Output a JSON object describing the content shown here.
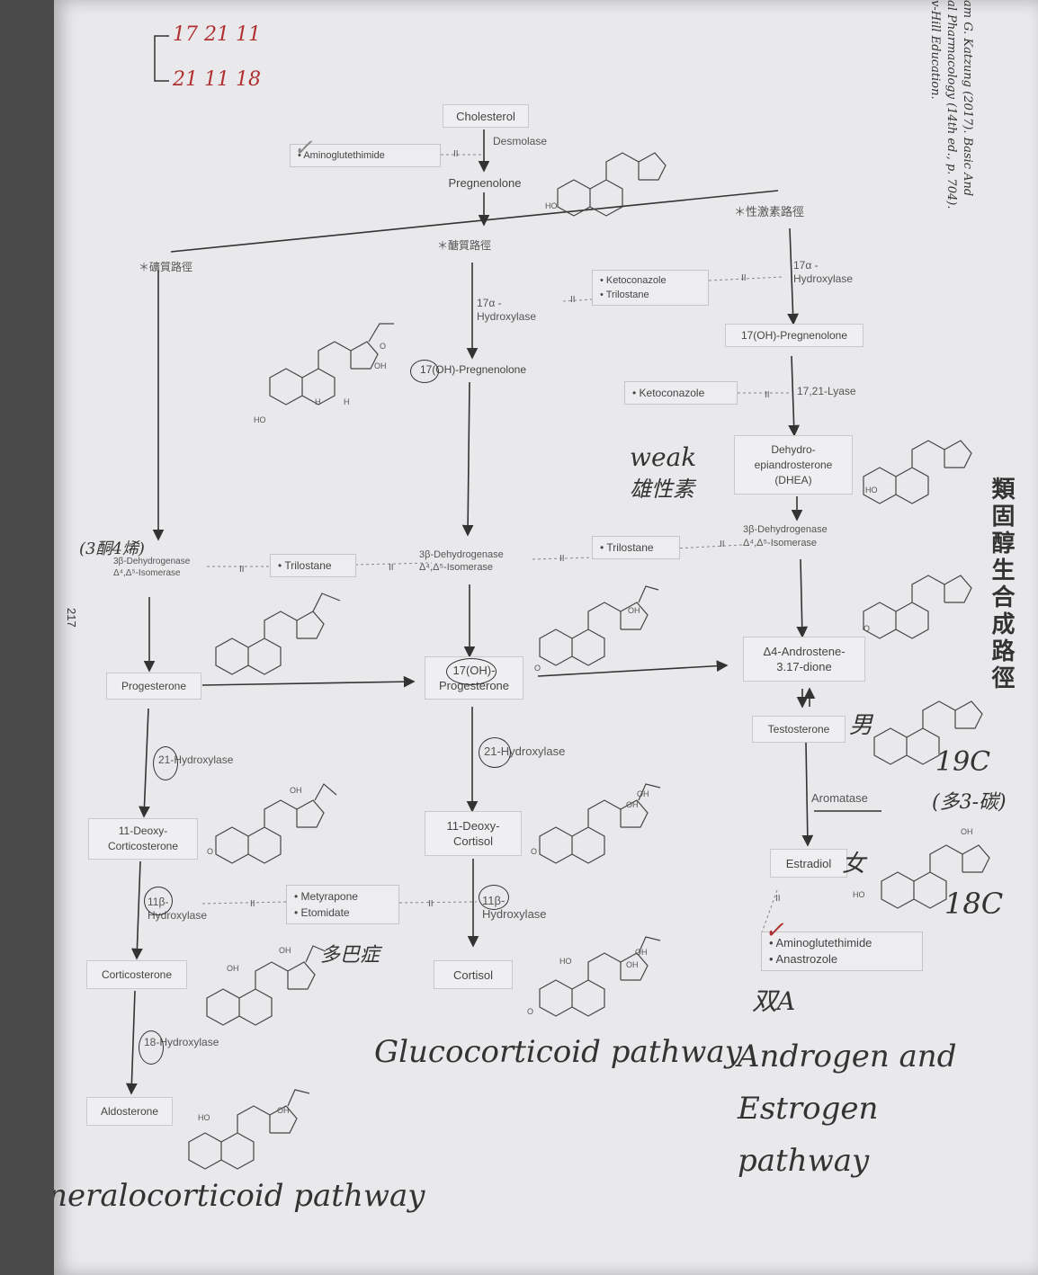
{
  "header_handwritten": {
    "line1": "17 21 11",
    "line2": "21 11 18"
  },
  "side_citation": [
    "am G. Katzung (2017). Basic And",
    "al Pharmacology (14th ed., p. 704).",
    "v-Hill Education."
  ],
  "page_number": "217",
  "side_title": "類固醇生合成路徑",
  "pathway_labels": {
    "mineral": "＊礦質路徑",
    "gluco": "＊醣質路徑",
    "sex": "＊性激素路徑"
  },
  "nodes": {
    "cholesterol": "Cholesterol",
    "pregnenolone": "Pregnenolone",
    "oh17_pregnenolone_left": "17(OH)-Pregnenolone",
    "oh17_pregnenolone_right": "17(OH)-Pregnenolone",
    "dhea": "Dehydro-\nepiandrosterone\n(DHEA)",
    "progesterone": "Progesterone",
    "oh17_progesterone": "17(OH)-\nProgesterone",
    "androstenedione": "Δ4-Androstene-\n3.17-dione",
    "testosterone": "Testosterone",
    "deoxycorticosterone": "11-Deoxy-\nCorticosterone",
    "deoxycortisol": "11-Deoxy-\nCortisol",
    "estradiol": "Estradiol",
    "corticosterone": "Corticosterone",
    "cortisol": "Cortisol",
    "aldosterone": "Aldosterone"
  },
  "enzymes": {
    "desmolase": "Desmolase",
    "hydroxylase17_left": "17α -\nHydroxylase",
    "hydroxylase17_right": "17α -\nHydroxylase",
    "lyase": "17,21-Lyase",
    "dehydrogenase_left": "3β-Dehydrogenase\nΔ⁴,Δ⁵-Isomerase",
    "dehydrogenase_mid": "3β-Dehydrogenase\nΔ⁴,Δ⁵-Isomerase",
    "dehydrogenase_right": "3β-Dehydrogenase\nΔ⁴,Δ⁵-Isomerase",
    "hydroxylase21_left": "21-Hydroxylase",
    "hydroxylase21_mid": "21-Hydroxylase",
    "hydroxylase11_left": "11β-\nHydroxylase",
    "hydroxylase11_mid": "11β-\nHydroxylase",
    "hydroxylase18": "18-Hydroxylase",
    "aromatase": "Aromatase"
  },
  "inhibitors": {
    "aminoglutethimide_top": [
      "Aminoglutethimide"
    ],
    "keto_trilo": [
      "Ketoconazole",
      "Trilostane"
    ],
    "ketoconazole": [
      "Ketoconazole"
    ],
    "trilostane_left": [
      "Trilostane"
    ],
    "trilostane_right": [
      "Trilostane"
    ],
    "metyrapone": [
      "Metyrapone",
      "Etomidate"
    ],
    "aromatase_inh": [
      "Aminoglutethimide",
      "Anastrozole"
    ]
  },
  "inhibit_mark": "II",
  "annotations": {
    "weak": "weak",
    "weak_cn": "雄性素",
    "three_ketone": "(3酮4烯)",
    "male": "男",
    "female": "女",
    "c19": "19C",
    "c19_note": "(多3-碳)",
    "c18": "18C",
    "etomidate_note": "多巴症",
    "double_a": "双A",
    "check": "✓",
    "mineral_pathway": "mineralocorticoid pathway",
    "gluco_pathway": "Glucocorticoid pathway",
    "androgen_pathway": "Androgen and Estrogen\npathway"
  },
  "chem_labels": {
    "ho": "HO",
    "oh": "OH",
    "o": "O",
    "h": "H"
  }
}
